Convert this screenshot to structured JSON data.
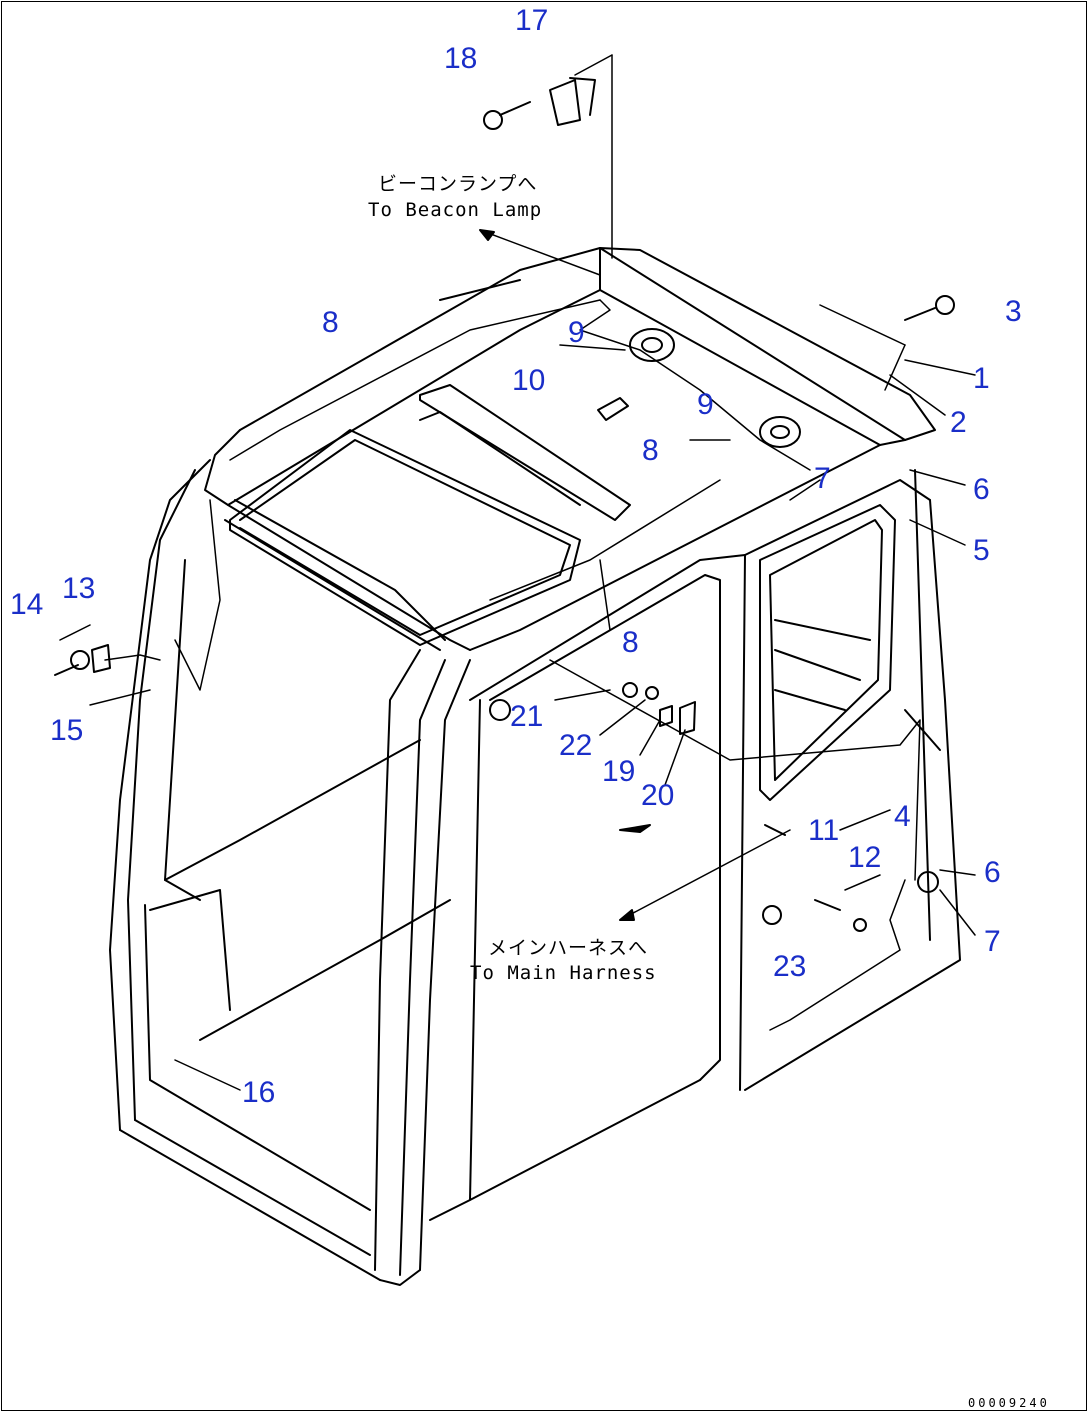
{
  "callouts": [
    {
      "n": "17"
    },
    {
      "n": "18"
    },
    {
      "n": "3"
    },
    {
      "n": "1"
    },
    {
      "n": "2"
    },
    {
      "n": "8"
    },
    {
      "n": "9"
    },
    {
      "n": "10"
    },
    {
      "n": "9"
    },
    {
      "n": "8"
    },
    {
      "n": "7"
    },
    {
      "n": "6"
    },
    {
      "n": "5"
    },
    {
      "n": "14"
    },
    {
      "n": "13"
    },
    {
      "n": "15"
    },
    {
      "n": "8"
    },
    {
      "n": "21"
    },
    {
      "n": "22"
    },
    {
      "n": "19"
    },
    {
      "n": "20"
    },
    {
      "n": "4"
    },
    {
      "n": "11"
    },
    {
      "n": "12"
    },
    {
      "n": "6"
    },
    {
      "n": "7"
    },
    {
      "n": "23"
    },
    {
      "n": "16"
    }
  ],
  "notes": {
    "beacon_jp": "ビーコンランプへ",
    "beacon_en": "To Beacon Lamp",
    "harness_jp": "メインハーネスへ",
    "harness_en": "To Main Harness"
  },
  "drawing_number": "00009240",
  "colors": {
    "callout": "#1a2ec8",
    "line": "#000000"
  }
}
